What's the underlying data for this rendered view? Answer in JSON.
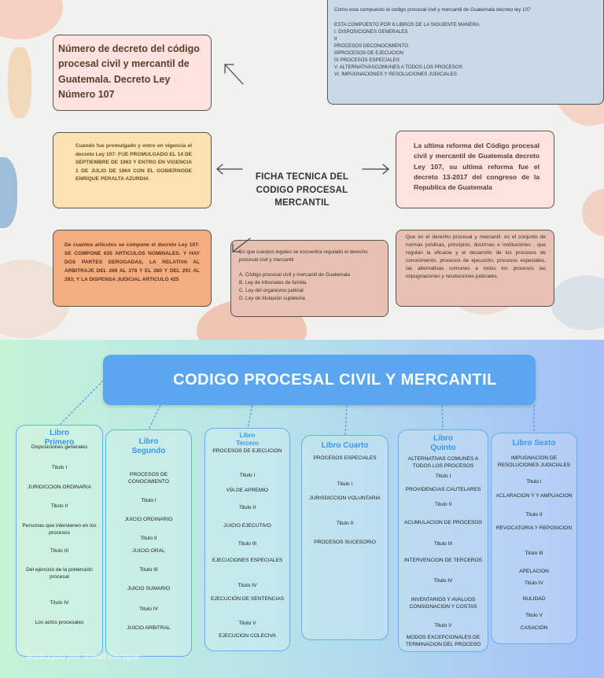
{
  "top": {
    "composition": {
      "question": "Como esta compuesto el codigo procesal civil y mercantil de Guatemala decreto ley 107",
      "lines": [
        "ESTA COMPUESTO POR 6 LIBROS DE LA SIGUIENTE MANERA:",
        "I. DISPOSICIONES GENERALES",
        "II",
        "PROCESOS DECONOCIMIENTO",
        "IIIPROCESOS DE EJECUCION",
        "IV PROCESOS ESPECIALES",
        "V. ALTERNATIVASCOMUNES A TODOS LOS PROCESOS",
        "VI. IMPUGNACIONES Y RESOLUCIONES JUDICIALES"
      ]
    },
    "decree": "Número de decreto del código procesal civil y mercantil de Guatemala. Decreto Ley Número 107",
    "promulgated": "Cuando fue promulgado y entro en vigencia el decreto Ley 107: FUE PROMULGADO EL 14 DE SEPTIEMBRE DE 1963 Y ENTRO EN VIGENCIA 1 DE JULIO DE 1964 CON EL GOBIERNODE ENRIQUE PERALTA AZURDIA",
    "center_title": [
      "FICHA TECNICA DEL",
      "CODIGO PROCESAL",
      "MERCANTIL"
    ],
    "reform": "La ultima reforma del Código procesal civil y mercantil de Guatemala decreto Ley 107, su ultima reforma fue el decreto 13-2017 del congreso de la Republica de Guatemala",
    "articles": "De cuantos articulos se compone el decreto Ley 107: SE COMPONE 635 ARTICULOS NOMINALES. Y HAY DOS PARTES DEROGADAS, LA RELATIVA AL ARBITRAJE DEL 269 AL 278 Y EL 280 Y DEL 291 AL 293; Y LA DISPENSA JUDICIAL ARTICULO 425",
    "bodies": {
      "question": "En que cuerpos legales se encuentra regulado el derecho procesal civil y mercantil",
      "options": [
        "A. Código procesal civil y mercantil de Guatemala",
        "B. Ley de tribunales de familia",
        "C. Ley del organismo judicial",
        "D. Ley de titulación supletoria"
      ]
    },
    "definition": "Que es el derecho procesal y mercantil: es el conjunto de normas juridicas, principios, doctrinas e instituciones , que regulan la eficacia y el desarrollo de los procesos de conocimiento, procesos de ejecución, procesos especiales, las alternativas comunes a todos los procesos las impugnaciones y resoluciones judiciales."
  },
  "bottom": {
    "title": "CODIGO PROCESAL CIVIL Y MERCANTIL",
    "books": [
      {
        "title": [
          "Libro",
          "Primero"
        ],
        "items": [
          "Disposiciones generales",
          "Titulo I",
          "JURIDICCION ORDINARIA",
          "Titulo II",
          "Personas que intervienen en los procesos",
          "Titulo III",
          "Del ejercicio de la pretensión procesal",
          "Titulo IV",
          "Los actos procesales"
        ]
      },
      {
        "title": [
          "Libro",
          "Segundo"
        ],
        "items": [
          "PROCESOS DE CONOCIMIENTO",
          "Titulo I",
          "JUICIO ORDINARIO",
          "Titulo II",
          "JUICIO ORAL",
          "Titulo III",
          "JUICIO SUMARIO",
          "Titulo IV",
          "JUICIO ARBITRAL"
        ]
      },
      {
        "title": [
          "Libro",
          "Tercero"
        ],
        "items": [
          "PROCESOS DE EJECUCION",
          "Titulo I",
          "VÍA DE APREMIO",
          "Titulo II",
          "JUICIO EJECUTIVO",
          "Titulo III",
          "EJECUCIONES ESPECIALES",
          "Titulo IV",
          "EJECUCIÓN DE SENTENCIAS",
          "Titulo V",
          "EJECUCION COLECIVA"
        ]
      },
      {
        "title": [
          "Libro Cuarto"
        ],
        "items": [
          "PROCESOS ESPECIALES",
          "Titulo I",
          "JURISDICCION VOLUNTARIA",
          "Titulo II",
          "PROCESOS SUCESORIO"
        ]
      },
      {
        "title": [
          "Libro",
          "Quinto"
        ],
        "items": [
          "ALTERNATIVAS COMUNES A TODOS LOS PROCESOS",
          "Titulo I",
          "PROVIDENCIAS CAUTELARES",
          "Titulo II",
          "ACUMULACION DE PROCESOS",
          "Titulo III",
          "INTERVENCION DE TERCEROS",
          "Titulo IV",
          "INVENTARIOS Y AVALUOS CONSIGNACION Y COSTAS",
          "Titulo V",
          "MODOS EXCEPCIONALES DE TERMINACION DEL PROCESO"
        ]
      },
      {
        "title": [
          "Libro Sexto"
        ],
        "items": [
          "IMPUGNACION DE RESOLUCIONES JUDICIALES",
          "Titulo I",
          "ACLARACION Y Y AMPLIACION",
          "Titulo II",
          "REVOCATORIA Y REPOSICION",
          "Titulo III",
          "APELACION",
          "Titulo IV",
          "NULIDAD",
          "Titulo V",
          "CASACIÓN"
        ]
      }
    ],
    "watermark": "Realizado por Sobid Enrique"
  }
}
